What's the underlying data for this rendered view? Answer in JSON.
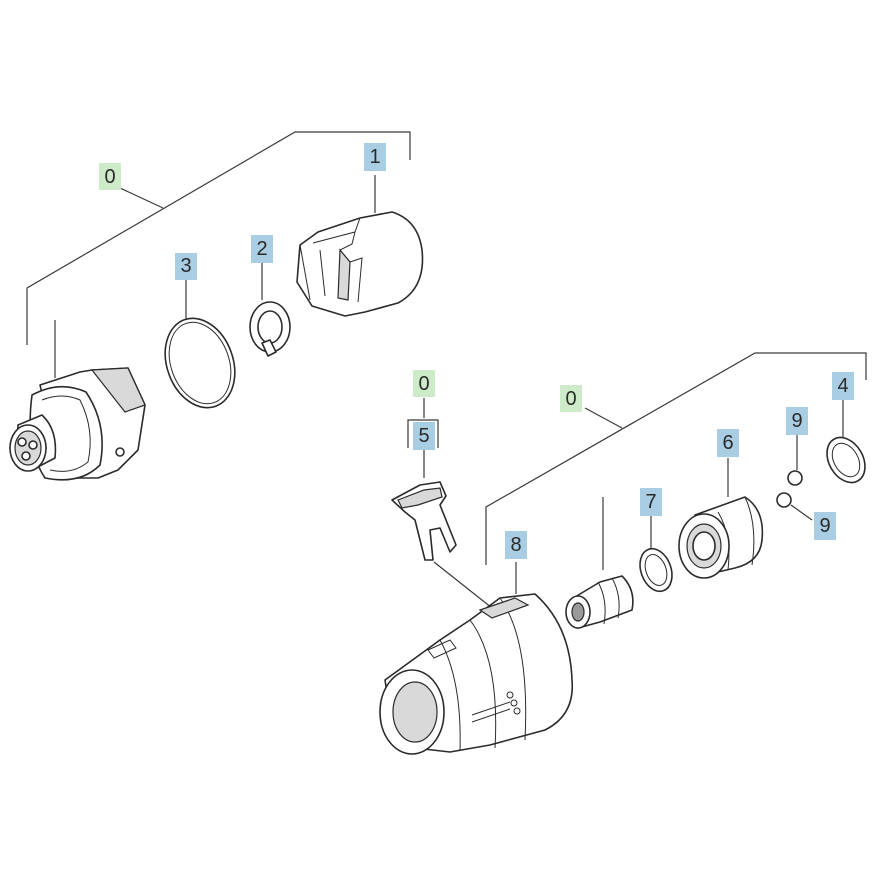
{
  "labels": {
    "group_left": "0",
    "part_1": "1",
    "part_2": "2",
    "part_3": "3",
    "group_small": "0",
    "part_5": "5",
    "group_right": "0",
    "part_4": "4",
    "part_6": "6",
    "part_7": "7",
    "part_8": "8",
    "part_9_top": "9",
    "part_9_bottom": "9"
  },
  "colors": {
    "part_label_bg": "#a9cde3",
    "group_label_bg": "#cdebc8"
  }
}
